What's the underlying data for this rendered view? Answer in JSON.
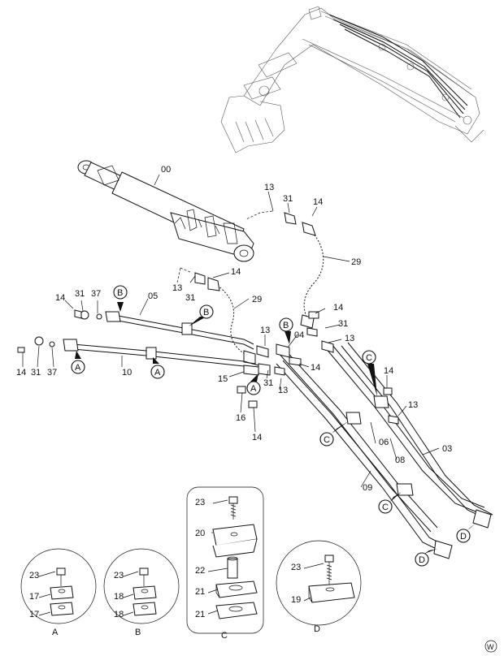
{
  "diagram": {
    "callouts": {
      "main_cylinder": "00",
      "hose_top": "13",
      "bolt_31_top": "31",
      "bolt_14_top": "14",
      "hose_29_right": "29",
      "hose_29_left": "29",
      "label_13_left": "13",
      "label_31_mid": "31",
      "label_14_mid": "14",
      "label_14_left": "14",
      "label_31_left": "31",
      "label_37_left": "37",
      "label_05": "05",
      "label_14_low": "14",
      "label_31_low": "31",
      "label_37_low": "37",
      "label_10": "10",
      "label_13_c1": "13",
      "label_04": "04",
      "label_14_r1": "14",
      "label_31_r1": "31",
      "label_13_r1": "13",
      "label_14_r2": "14",
      "label_15": "15",
      "label_31_c2": "31",
      "label_13_c2": "13",
      "label_16": "16",
      "label_14_c3": "14",
      "label_14_r3": "14",
      "label_13_r3": "13",
      "label_06": "06",
      "label_03": "03",
      "label_08": "08",
      "label_09": "09"
    },
    "section_letters": {
      "A": "A",
      "B": "B",
      "C": "C",
      "D": "D"
    },
    "detail_C": {
      "p23": "23",
      "p20": "20",
      "p22": "22",
      "p21a": "21",
      "p21b": "21",
      "caption": "C"
    },
    "detail_A": {
      "p23": "23",
      "p17a": "17",
      "p17b": "17",
      "caption": "A"
    },
    "detail_B": {
      "p23": "23",
      "p18a": "18",
      "p18b": "18",
      "caption": "B"
    },
    "detail_D": {
      "p23": "23",
      "p19": "19",
      "caption": "D"
    },
    "corner_mark": "W"
  }
}
